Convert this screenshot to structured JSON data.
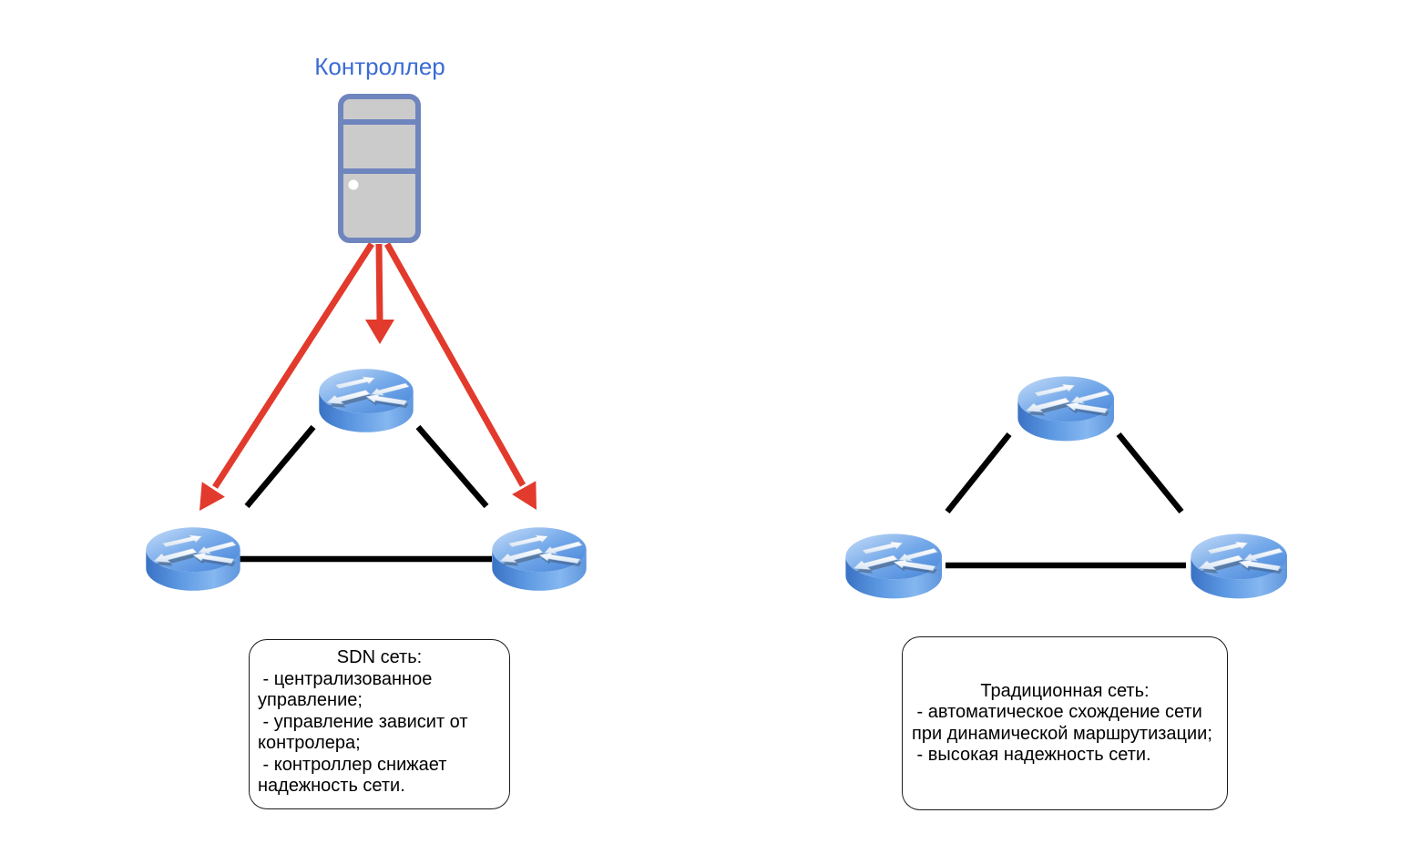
{
  "left_diagram": {
    "controller_label": "Контроллер",
    "note_lines": [
      "SDN сеть:",
      " - централизованное",
      "управление;",
      " - управление зависит от",
      "контролера;",
      " - контроллер снижает",
      "надежность сети."
    ]
  },
  "right_diagram": {
    "note_lines": [
      "Традиционная сеть:",
      " - автоматическое схождение сети",
      "при динамической маршрутизации;",
      " - высокая надежность сети."
    ]
  },
  "icons": {
    "controller": "server-tower-icon",
    "router": "router-icon"
  },
  "colors": {
    "label_blue": "#3a6bd5",
    "control_arrow_red": "#e23a2c",
    "link_black": "#000000",
    "router_blue": "#4886db",
    "server_fill_gray": "#cbcbcb",
    "server_border_blue": "#6f85be"
  }
}
